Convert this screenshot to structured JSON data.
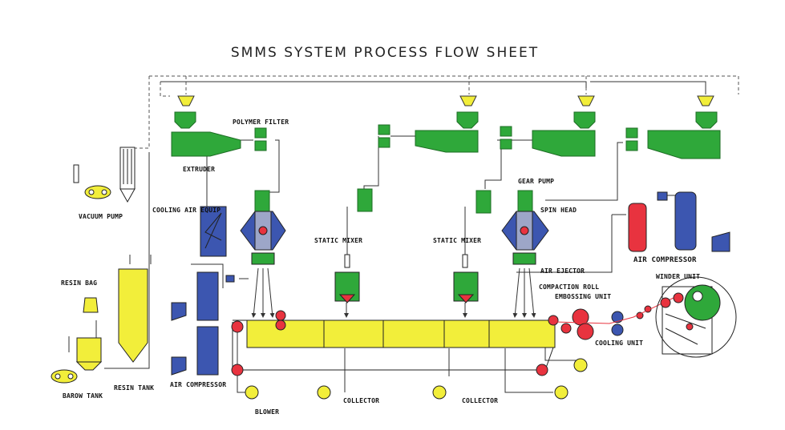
{
  "title": "SMMS SYSTEM PROCESS FLOW SHEET",
  "labels": {
    "polymer_filter": "POLYMER FILTER",
    "extruder": "EXTRUDER",
    "vacuum_pump": "VACUUM PUMP",
    "cooling_air_equip": "COOLING AIR EQUIP",
    "static_mixer_1": "STATIC MIXER",
    "static_mixer_2": "STATIC MIXER",
    "gear_pump": "GEAR PUMP",
    "spin_head": "SPIN HEAD",
    "air_ejector": "AIR EJECTOR",
    "air_compressor_right": "AIR COMPRESSOR",
    "resin_bag": "RESIN BAG",
    "compaction_roll": "COMPACTION ROLL",
    "embossing_unit": "EMBOSSING UNIT",
    "winder_unit": "WINDER UNIT",
    "cooling_unit": "COOLING UNIT",
    "air_compressor_left": "AIR COMPRESSOR",
    "resin_tank": "RESIN TANK",
    "barow_tank": "BAROW TANK",
    "collector_1": "COLLECTOR",
    "collector_2": "COLLECTOR",
    "blower": "BLOWER"
  },
  "colors": {
    "extruder": "#2fa83a",
    "spin_head": "#3c56b0",
    "tank": "#f2ee3a",
    "red": "#e8333f",
    "line": "#333333"
  }
}
